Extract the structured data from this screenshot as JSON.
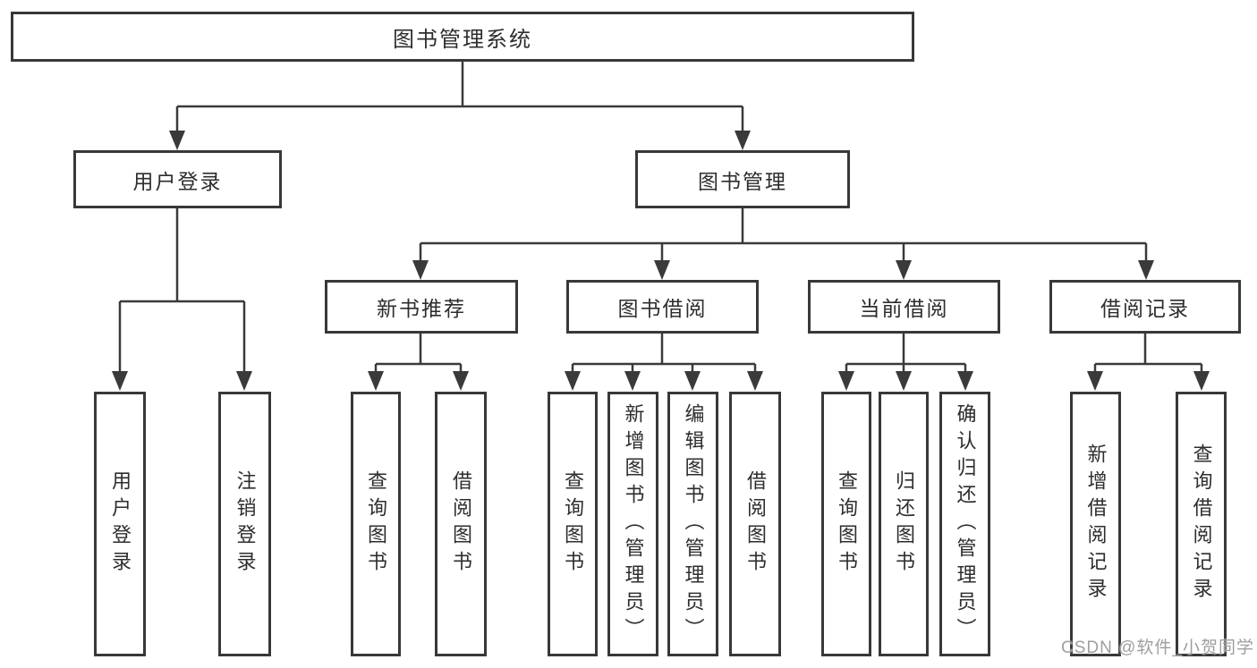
{
  "colors": {
    "line": "#3a3a3a",
    "box_border": "#383838",
    "text": "#2d2d2d",
    "watermark": "#9e9e9e",
    "background": "#ffffff"
  },
  "watermark": "CSDN @软件_小贺同学",
  "tree": {
    "root": "图书管理系统",
    "user_branch": {
      "label": "用户登录",
      "children": [
        "用户登录",
        "注销登录"
      ]
    },
    "mgmt_branch": {
      "label": "图书管理",
      "groups": [
        {
          "label": "新书推荐",
          "children": [
            "查询图书",
            "借阅图书"
          ]
        },
        {
          "label": "图书借阅",
          "children": [
            "查询图书",
            "新增图书（管理员）",
            "编辑图书（管理员）",
            "借阅图书"
          ]
        },
        {
          "label": "当前借阅",
          "children": [
            "查询图书",
            "归还图书",
            "确认归还（管理员）"
          ]
        },
        {
          "label": "借阅记录",
          "children": [
            "新增借阅记录",
            "查询借阅记录"
          ]
        }
      ]
    }
  }
}
